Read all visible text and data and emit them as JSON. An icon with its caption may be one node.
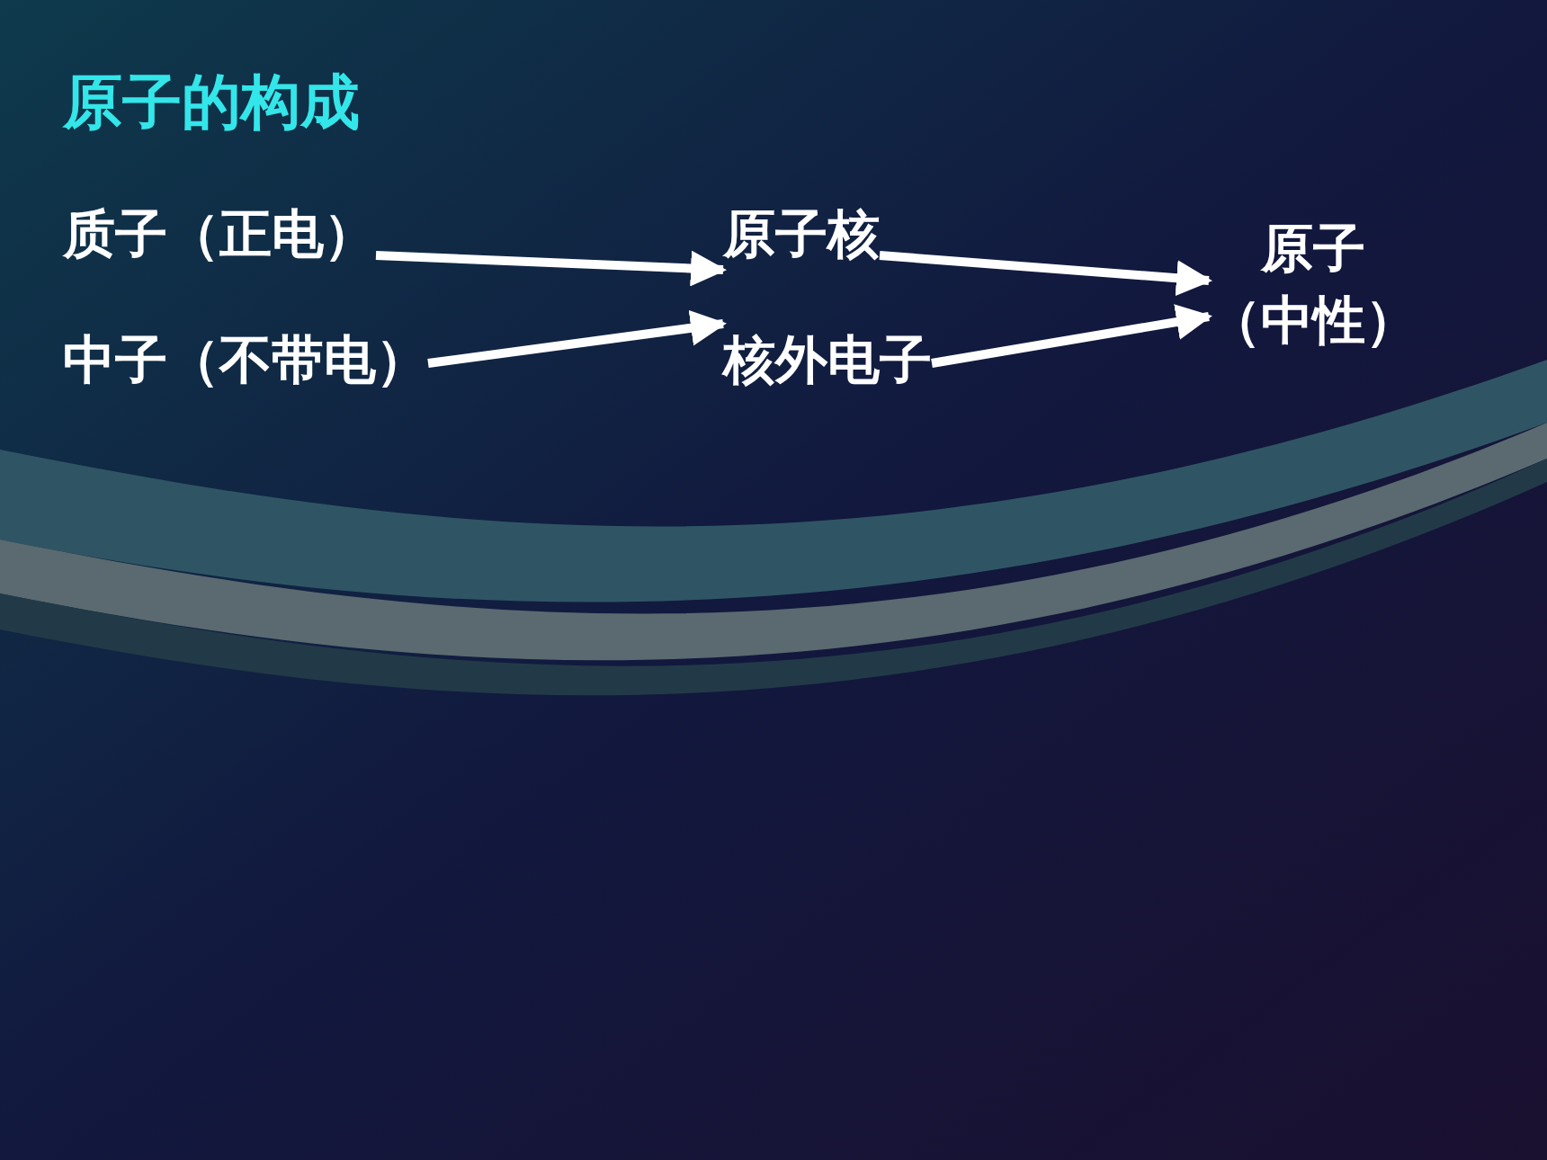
{
  "diagram": {
    "title": "原子的构成",
    "nodes": [
      {
        "text": [
          "质子（正电）"
        ]
      },
      {
        "text": [
          "中子（不带电）"
        ]
      },
      {
        "text": [
          "原子核"
        ]
      },
      {
        "text": [
          "核外电子"
        ]
      },
      {
        "text": [
          "原子",
          "（中性）"
        ]
      }
    ],
    "edges": [
      {
        "from": 0,
        "to": 2,
        "arrow": "to"
      },
      {
        "from": 1,
        "to": 2,
        "arrow": "to"
      },
      {
        "from": 2,
        "to": 4,
        "arrow": "to"
      },
      {
        "from": 3,
        "to": 4,
        "arrow": "to"
      }
    ]
  }
}
